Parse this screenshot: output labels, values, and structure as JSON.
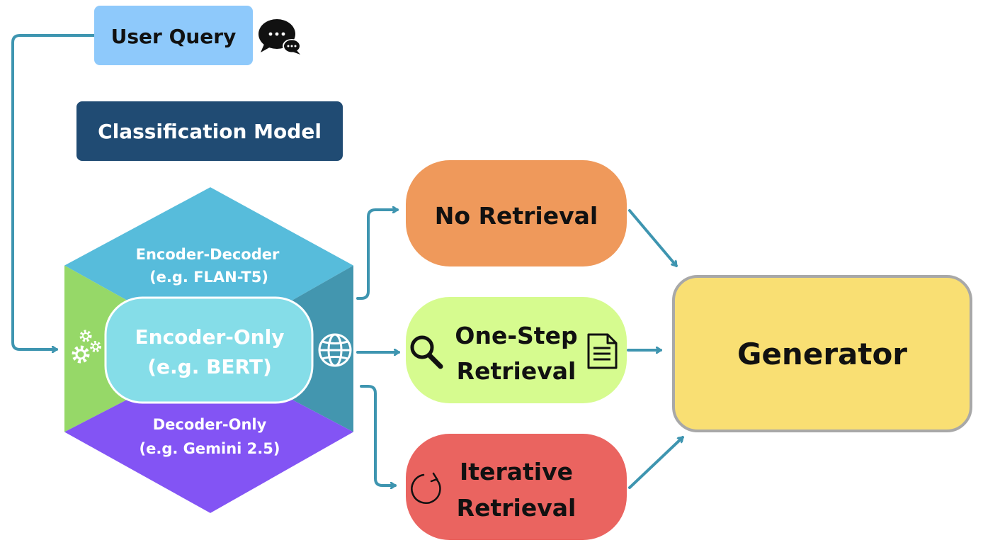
{
  "nodes": {
    "user_query": {
      "label": "User Query",
      "color": "#8ec9fb"
    },
    "classification": {
      "label": "Classification Model",
      "color": "#204b73"
    },
    "encoder_decoder": {
      "line1": "Encoder-Decoder",
      "line2": "(e.g. FLAN-T5)",
      "color": "#57bcdb"
    },
    "encoder_only": {
      "line1": "Encoder-Only",
      "line2": "(e.g. BERT)",
      "color": "#85dde8"
    },
    "decoder_only": {
      "line1": "Decoder-Only",
      "line2": "(e.g. Gemini 2.5)",
      "color": "#8354f4"
    },
    "left_panel": {
      "color": "#96d868"
    },
    "right_panel": {
      "color": "#4396af"
    },
    "no_retrieval": {
      "label": "No Retrieval",
      "color": "#ef995b"
    },
    "one_step": {
      "line1": "One-Step",
      "line2": "Retrieval",
      "color": "#d6fb8f"
    },
    "iterative": {
      "line1": "Iterative",
      "line2": "Retrieval",
      "color": "#ea6460"
    },
    "generator": {
      "label": "Generator",
      "color": "#f9df73",
      "border": "#a8a8a8"
    }
  },
  "icons": [
    "chat-bubbles-icon",
    "gears-icon",
    "globe-icon",
    "magnifier-icon",
    "document-icon",
    "refresh-icon"
  ],
  "edge_color": "#3e95b0"
}
